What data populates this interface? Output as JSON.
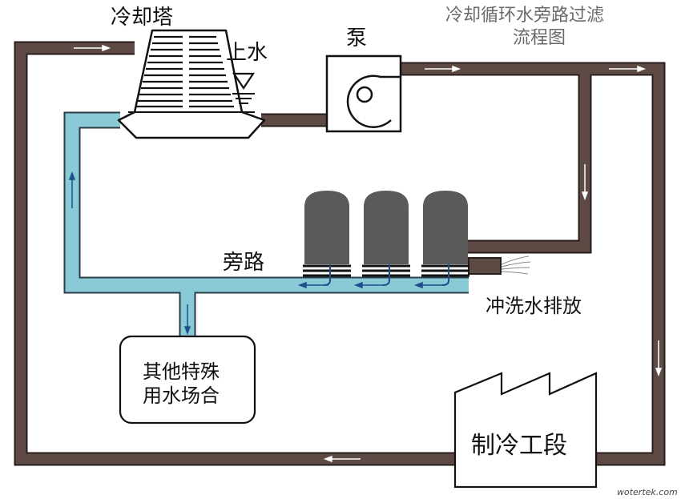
{
  "title": {
    "line1": "冷却循环水旁路过滤",
    "line2": "流程图"
  },
  "labels": {
    "cooling_tower": "冷却塔",
    "makeup_water": "上水",
    "pump": "泵",
    "bypass": "旁路",
    "backwash_discharge": "冲洗水排放",
    "special_use_line1": "其他特殊",
    "special_use_line2": "用水场合",
    "refrigeration": "制冷工段"
  },
  "watermark": "wotertek.com",
  "colors": {
    "main_pipe": "#5e4a45",
    "bypass_pipe": "#8ac9d6",
    "filter_tank": "#5a5a5a",
    "arrow_main": "#ffffff",
    "arrow_bypass": "#1e4f8c"
  }
}
